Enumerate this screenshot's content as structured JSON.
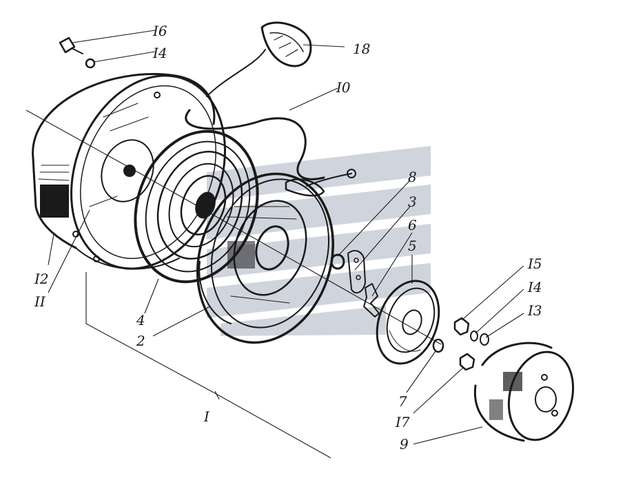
{
  "labels": {
    "l16": "I6",
    "l14_top": "I4",
    "l18": "18",
    "l10": "I0",
    "l8": "8",
    "l3": "3",
    "l6": "6",
    "l5": "5",
    "l15": "I5",
    "l14_right": "I4",
    "l13": "I3",
    "l12": "I2",
    "l11": "II",
    "l4": "4",
    "l2": "2",
    "l7": "7",
    "l17": "I7",
    "l9": "9",
    "l1": "I"
  },
  "colors": {
    "ink": "#1a1a1a",
    "watermark": "#c8cdd6"
  }
}
